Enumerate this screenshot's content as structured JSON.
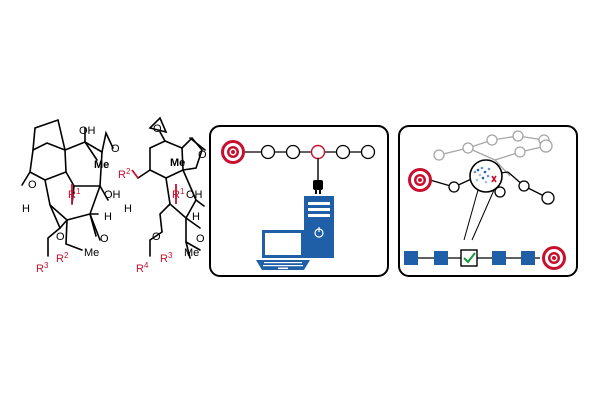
{
  "molecule_left": {
    "atoms": {
      "oh_top": "OH",
      "o_epoxide": "O",
      "me": "Me",
      "o_ring_left": "O",
      "h_left": "H",
      "r1": "R",
      "r1_sup": "1",
      "oh_right": "OH",
      "h_right": "H",
      "o_carbonyl": "O",
      "o_lactone": "O",
      "me_lower": "Me",
      "r2": "R",
      "r2_sup": "2",
      "r3": "R",
      "r3_sup": "3"
    }
  },
  "molecule_right": {
    "atoms": {
      "o_epoxide_top": "O",
      "o_ring_right": "O",
      "me": "Me",
      "r2": "R",
      "r2_sup": "2",
      "h_left": "H",
      "r1": "R",
      "r1_sup": "1",
      "oh_right": "OH",
      "h_right": "H",
      "o_carbonyl": "O",
      "o_lactone": "O",
      "me_lower": "Me",
      "r3": "R",
      "r3_sup": "3",
      "r4": "R",
      "r4_sup": "4"
    }
  },
  "panel_computer": {
    "icons": [
      "target-icon",
      "plug-icon",
      "desktop-tower-icon",
      "power-icon",
      "laptop-icon"
    ]
  },
  "panel_network": {
    "icons": [
      "target-icon",
      "magnifier-icon",
      "checkbox-icon",
      "target-icon"
    ]
  },
  "colors": {
    "accent_red": "#c8102e",
    "blue": "#1f5fa8",
    "gray": "#a6a6a6",
    "black": "#000000"
  }
}
